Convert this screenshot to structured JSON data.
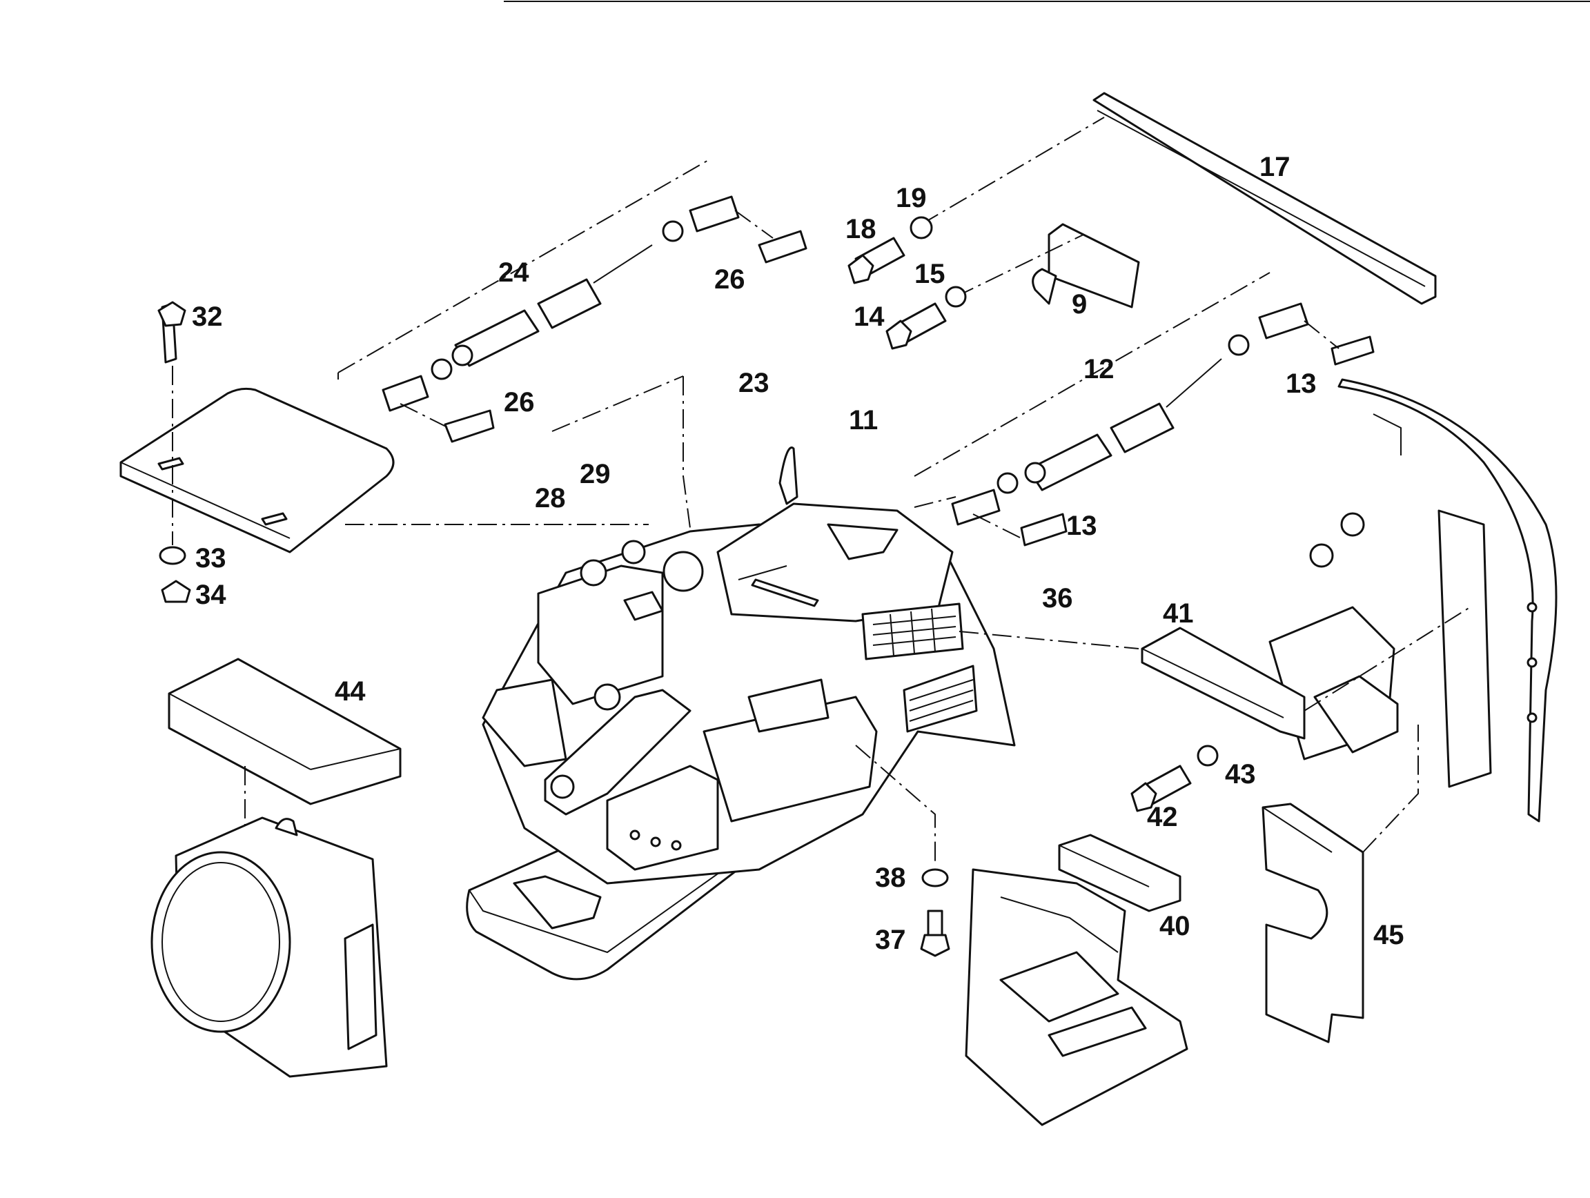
{
  "diagram": {
    "callouts": {
      "c9": "9",
      "c11": "11",
      "c12": "12",
      "c13a": "13",
      "c13b": "13",
      "c14": "14",
      "c15": "15",
      "c17": "17",
      "c18": "18",
      "c19": "19",
      "c23": "23",
      "c24": "24",
      "c26a": "26",
      "c26b": "26",
      "c28": "28",
      "c29": "29",
      "c32": "32",
      "c33": "33",
      "c34": "34",
      "c36": "36",
      "c37": "37",
      "c38": "38",
      "c40": "40",
      "c41": "41",
      "c42": "42",
      "c43": "43",
      "c44": "44",
      "c45": "45"
    }
  }
}
